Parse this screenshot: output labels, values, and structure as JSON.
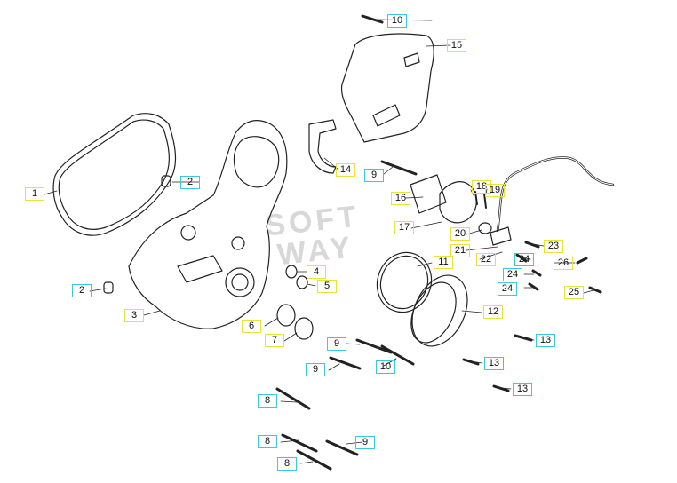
{
  "diagram": {
    "watermark": [
      "SOFT",
      "WAY"
    ],
    "callouts": [
      {
        "id": "c1",
        "label": "1",
        "color": "yellow"
      },
      {
        "id": "c2a",
        "label": "2",
        "color": "cyan"
      },
      {
        "id": "c2b",
        "label": "2",
        "color": "cyan"
      },
      {
        "id": "c3",
        "label": "3",
        "color": "yellow"
      },
      {
        "id": "c4",
        "label": "4",
        "color": "yellow"
      },
      {
        "id": "c5",
        "label": "5",
        "color": "yellow"
      },
      {
        "id": "c6",
        "label": "6",
        "color": "yellow"
      },
      {
        "id": "c7",
        "label": "7",
        "color": "yellow"
      },
      {
        "id": "c8a",
        "label": "8",
        "color": "cyan"
      },
      {
        "id": "c8b",
        "label": "8",
        "color": "cyan"
      },
      {
        "id": "c8c",
        "label": "8",
        "color": "cyan"
      },
      {
        "id": "c9a",
        "label": "9",
        "color": "cyan"
      },
      {
        "id": "c9b",
        "label": "9",
        "color": "cyan"
      },
      {
        "id": "c9c",
        "label": "9",
        "color": "cyan"
      },
      {
        "id": "c9d",
        "label": "9",
        "color": "cyan"
      },
      {
        "id": "c10a",
        "label": "10",
        "color": "cyan"
      },
      {
        "id": "c10b",
        "label": "10",
        "color": "cyan"
      },
      {
        "id": "c11",
        "label": "11",
        "color": "yellow"
      },
      {
        "id": "c12",
        "label": "12",
        "color": "yellow"
      },
      {
        "id": "c13a",
        "label": "13",
        "color": "cyan"
      },
      {
        "id": "c13b",
        "label": "13",
        "color": "cyan"
      },
      {
        "id": "c13c",
        "label": "13",
        "color": "cyan"
      },
      {
        "id": "c14",
        "label": "14",
        "color": "yellow"
      },
      {
        "id": "c15",
        "label": "15",
        "color": "yellow"
      },
      {
        "id": "c16",
        "label": "16",
        "color": "yellow"
      },
      {
        "id": "c17",
        "label": "17",
        "color": "yellow"
      },
      {
        "id": "c18",
        "label": "18",
        "color": "yellow"
      },
      {
        "id": "c19",
        "label": "19",
        "color": "yellow"
      },
      {
        "id": "c20",
        "label": "20",
        "color": "yellow"
      },
      {
        "id": "c21",
        "label": "21",
        "color": "yellow"
      },
      {
        "id": "c22",
        "label": "22",
        "color": "yellow"
      },
      {
        "id": "c23",
        "label": "23",
        "color": "yellow"
      },
      {
        "id": "c24a",
        "label": "24",
        "color": "cyan"
      },
      {
        "id": "c24b",
        "label": "24",
        "color": "cyan"
      },
      {
        "id": "c24c",
        "label": "24",
        "color": "cyan"
      },
      {
        "id": "c25",
        "label": "25",
        "color": "yellow"
      },
      {
        "id": "c26",
        "label": "26",
        "color": "yellow"
      }
    ],
    "colors": {
      "yellow_box": "#e8e23c",
      "cyan_box": "#3cc7df",
      "line": "#222222",
      "watermark": "#d8d8d8"
    }
  }
}
